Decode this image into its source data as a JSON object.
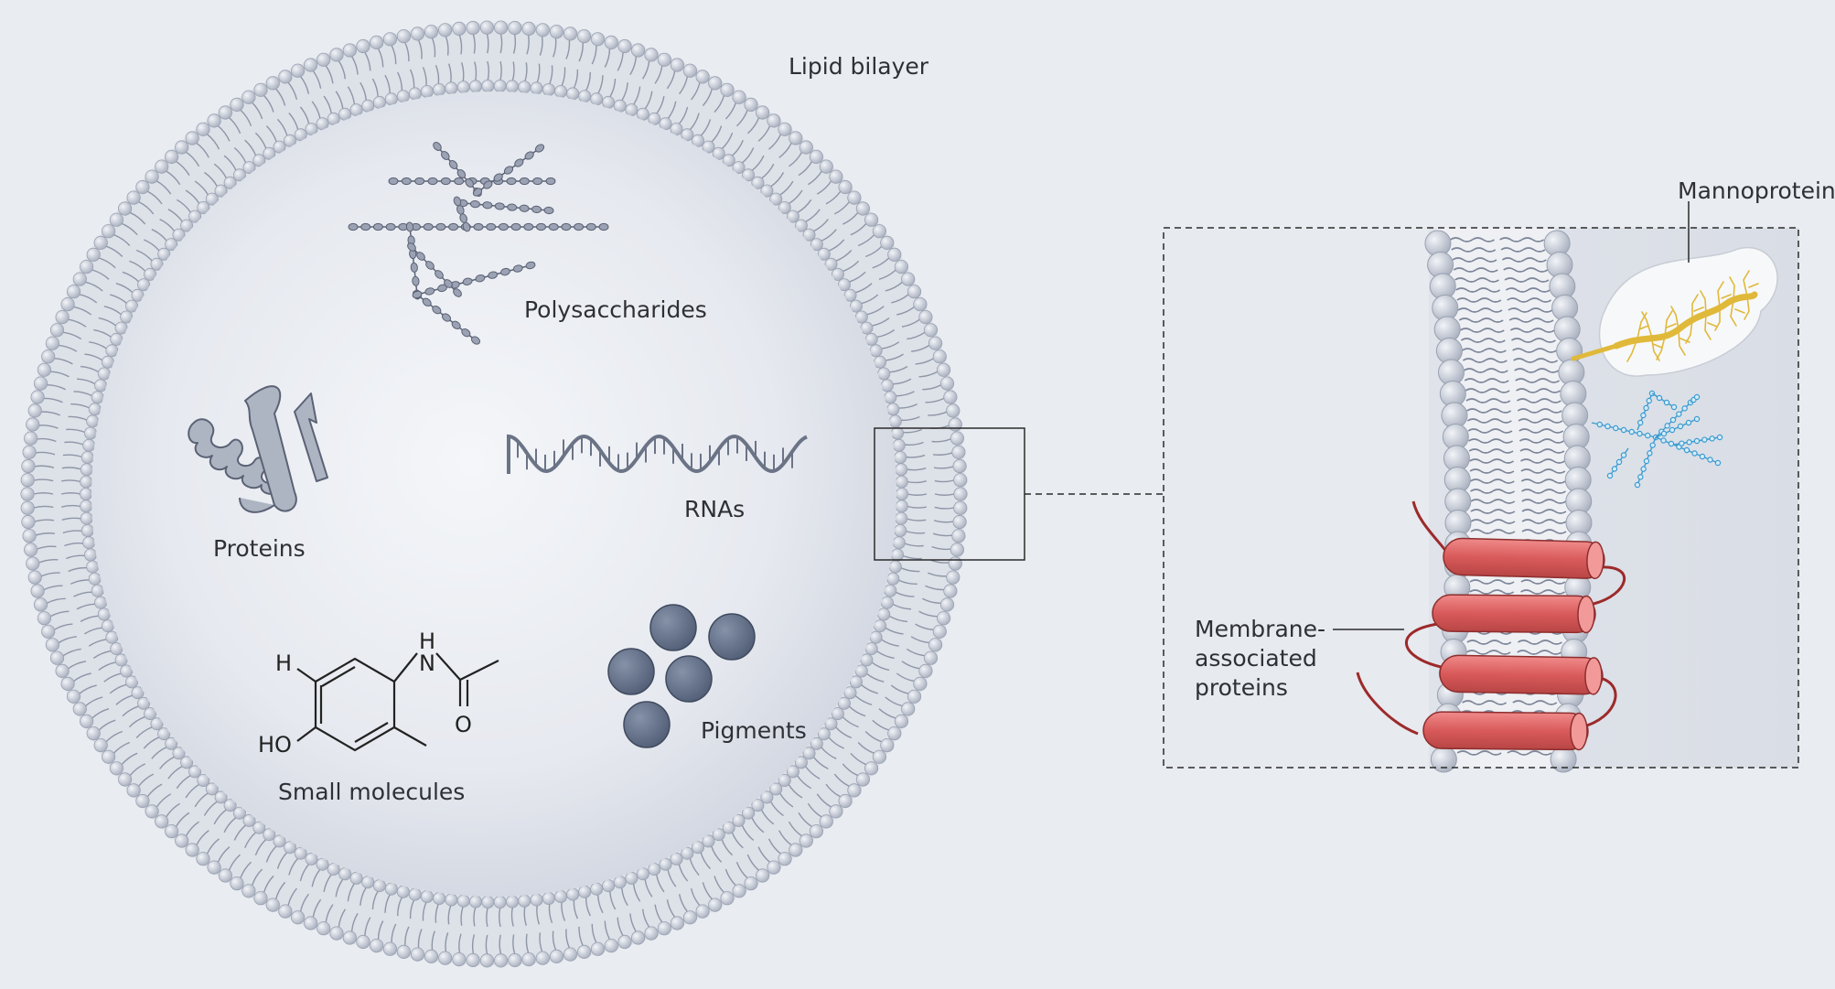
{
  "labels": {
    "lipid_bilayer": "Lipid bilayer",
    "polysaccharides": "Polysaccharides",
    "proteins": "Proteins",
    "rnas": "RNAs",
    "small_molecules": "Small molecules",
    "pigments": "Pigments",
    "mannoprotein": "Mannoprotein",
    "membrane_proteins_line1": "Membrane-",
    "membrane_proteins_line2": "associated",
    "membrane_proteins_line3": "proteins"
  },
  "chem_atoms": {
    "h": "H",
    "ho": "HO",
    "nh_h": "H",
    "n": "N",
    "o": "O"
  },
  "colors": {
    "background": "#e9ecf1",
    "vesicle_fill": "#e3e7ef",
    "lipid_head": "#b3bac8",
    "lipid_tail": "#8e96a6",
    "molecule": "#7a8296",
    "pigment": "#66748d",
    "helix": "#d95f5f",
    "loop": "#9c2a2a",
    "mannose": "#e0b93a",
    "glycan": "#3a9bd1"
  }
}
